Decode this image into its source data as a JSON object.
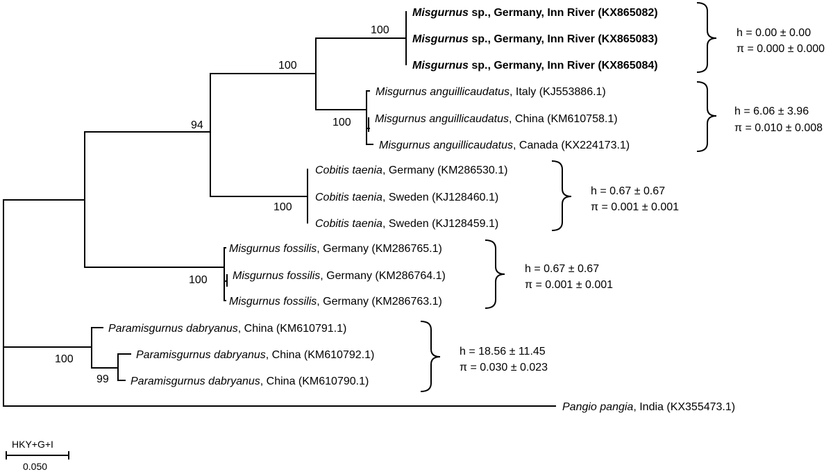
{
  "taxa": [
    {
      "genus": "Misgurnus",
      "species": "sp.",
      "rest": ", Germany, Inn River (KX865082)",
      "species_italic": false,
      "bold": true
    },
    {
      "genus": "Misgurnus",
      "species": "sp.",
      "rest": ", Germany, Inn River (KX865083)",
      "species_italic": false,
      "bold": true
    },
    {
      "genus": "Misgurnus",
      "species": "sp.",
      "rest": ", Germany, Inn River (KX865084)",
      "species_italic": false,
      "bold": true
    },
    {
      "genus": "Misgurnus",
      "species": "anguillicaudatus",
      "rest": ", Italy (KJ553886.1)",
      "species_italic": true,
      "bold": false
    },
    {
      "genus": "Misgurnus",
      "species": "anguillicaudatus",
      "rest": ", China (KM610758.1)",
      "species_italic": true,
      "bold": false
    },
    {
      "genus": "Misgurnus",
      "species": "anguillicaudatus",
      "rest": ", Canada (KX224173.1)",
      "species_italic": true,
      "bold": false
    },
    {
      "genus": "Cobitis",
      "species": "taenia",
      "rest": ", Germany (KM286530.1)",
      "species_italic": true,
      "bold": false
    },
    {
      "genus": "Cobitis",
      "species": "taenia",
      "rest": ", Sweden (KJ128460.1)",
      "species_italic": true,
      "bold": false
    },
    {
      "genus": "Cobitis",
      "species": "taenia",
      "rest": ", Sweden (KJ128459.1)",
      "species_italic": true,
      "bold": false
    },
    {
      "genus": "Misgurnus",
      "species": "fossilis",
      "rest": ", Germany (KM286765.1)",
      "species_italic": true,
      "bold": false
    },
    {
      "genus": "Misgurnus",
      "species": "fossilis",
      "rest": ", Germany (KM286764.1)",
      "species_italic": true,
      "bold": false
    },
    {
      "genus": "Misgurnus",
      "species": "fossilis",
      "rest": ", Germany (KM286763.1)",
      "species_italic": true,
      "bold": false
    },
    {
      "genus": "Paramisgurnus",
      "species": "dabryanus",
      "rest": ", China (KM610791.1)",
      "species_italic": true,
      "bold": false
    },
    {
      "genus": "Paramisgurnus",
      "species": "dabryanus",
      "rest": ", China (KM610792.1)",
      "species_italic": true,
      "bold": false
    },
    {
      "genus": "Paramisgurnus",
      "species": "dabryanus",
      "rest": ", China (KM610790.1)",
      "species_italic": true,
      "bold": false
    },
    {
      "genus": "Pangio",
      "species": "pangia",
      "rest": ", India (KX355473.1)",
      "species_italic": true,
      "bold": false
    }
  ],
  "bootstrap": {
    "inn_river": "100",
    "sp_anguill": "100",
    "anguill": "100",
    "misgurnus_cobitis": "94",
    "cobitis": "100",
    "fossilis": "100",
    "para_inner": "99",
    "paramisgurnus": "100"
  },
  "diversity": [
    {
      "h": "h = 0.00 ± 0.00",
      "pi": "π = 0.000 ± 0.000"
    },
    {
      "h": "h = 6.06 ± 3.96",
      "pi": "π = 0.010 ± 0.008"
    },
    {
      "h": "h = 0.67 ± 0.67",
      "pi": "π = 0.001 ± 0.001"
    },
    {
      "h": "h = 0.67 ± 0.67",
      "pi": "π = 0.001 ± 0.001"
    },
    {
      "h": "h = 18.56 ± 11.45",
      "pi": "π = 0.030 ± 0.023"
    }
  ],
  "scale": {
    "model": "HKY+G+I",
    "length": "0.050"
  }
}
